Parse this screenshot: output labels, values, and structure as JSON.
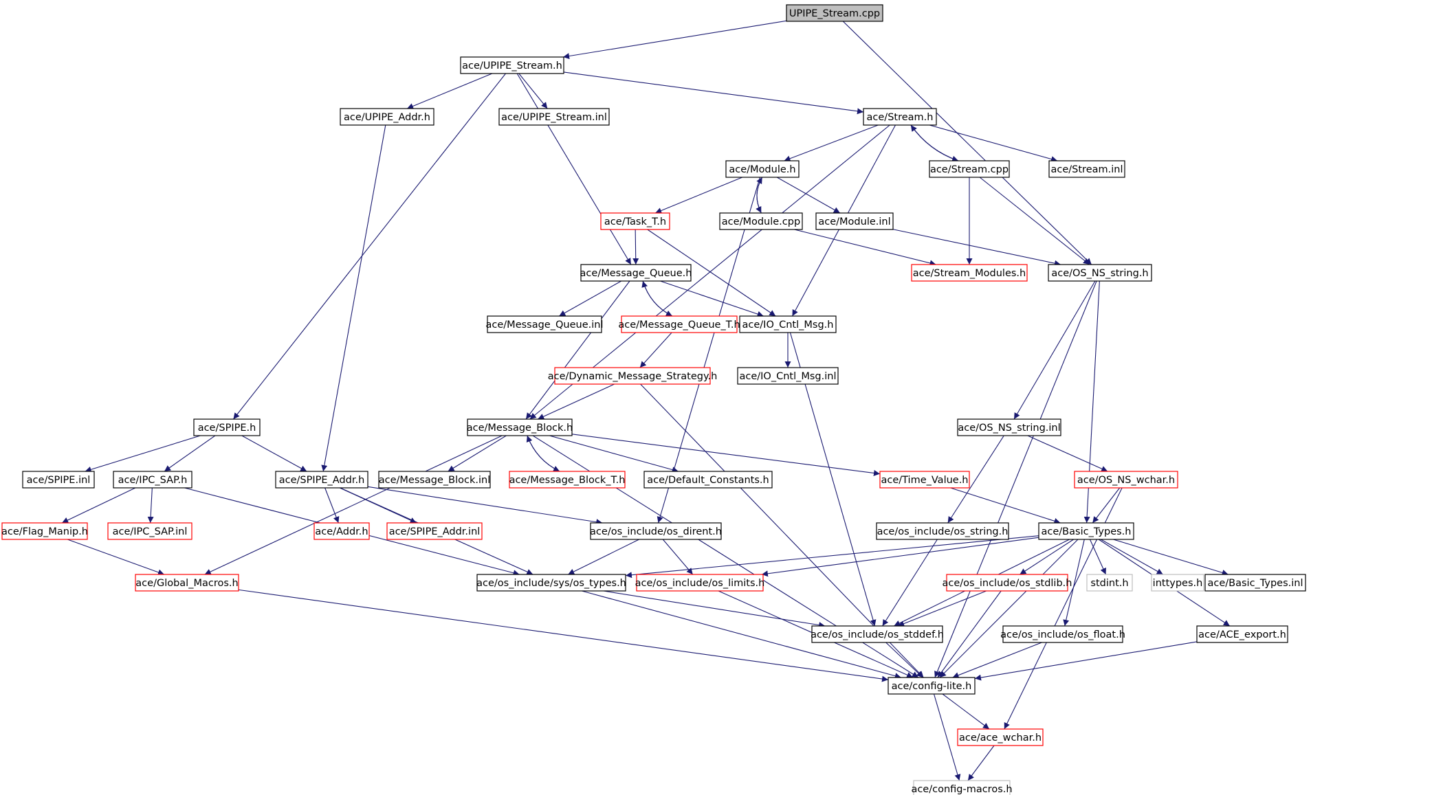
{
  "colors": {
    "edge": "#191970",
    "border_plain": "#000000",
    "border_red": "#ff0000",
    "border_gray": "#bfbfbf",
    "root_fill": "#bfbfbf",
    "node_fill": "#ffffff"
  },
  "nodes": [
    {
      "id": "root",
      "label": "UPIPE_Stream.cpp",
      "style": "root"
    },
    {
      "id": "upipe_stream_h",
      "label": "ace/UPIPE_Stream.h",
      "style": "plain"
    },
    {
      "id": "upipe_addr_h",
      "label": "ace/UPIPE_Addr.h",
      "style": "plain"
    },
    {
      "id": "upipe_stream_inl",
      "label": "ace/UPIPE_Stream.inl",
      "style": "plain"
    },
    {
      "id": "stream_h",
      "label": "ace/Stream.h",
      "style": "plain"
    },
    {
      "id": "module_h",
      "label": "ace/Module.h",
      "style": "plain"
    },
    {
      "id": "stream_cpp",
      "label": "ace/Stream.cpp",
      "style": "plain"
    },
    {
      "id": "stream_inl",
      "label": "ace/Stream.inl",
      "style": "plain"
    },
    {
      "id": "task_t_h",
      "label": "ace/Task_T.h",
      "style": "red"
    },
    {
      "id": "module_cpp",
      "label": "ace/Module.cpp",
      "style": "plain"
    },
    {
      "id": "module_inl",
      "label": "ace/Module.inl",
      "style": "plain"
    },
    {
      "id": "stream_modules_h",
      "label": "ace/Stream_Modules.h",
      "style": "red"
    },
    {
      "id": "os_ns_string_h",
      "label": "ace/OS_NS_string.h",
      "style": "plain"
    },
    {
      "id": "message_queue_h",
      "label": "ace/Message_Queue.h",
      "style": "plain"
    },
    {
      "id": "message_queue_inl",
      "label": "ace/Message_Queue.inl",
      "style": "plain"
    },
    {
      "id": "message_queue_t_h",
      "label": "ace/Message_Queue_T.h",
      "style": "red"
    },
    {
      "id": "io_cntl_msg_h",
      "label": "ace/IO_Cntl_Msg.h",
      "style": "plain"
    },
    {
      "id": "dyn_msg_strategy_h",
      "label": "ace/Dynamic_Message_Strategy.h",
      "style": "red"
    },
    {
      "id": "io_cntl_msg_inl",
      "label": "ace/IO_Cntl_Msg.inl",
      "style": "plain"
    },
    {
      "id": "spipe_h",
      "label": "ace/SPIPE.h",
      "style": "plain"
    },
    {
      "id": "message_block_h",
      "label": "ace/Message_Block.h",
      "style": "plain"
    },
    {
      "id": "os_ns_string_inl",
      "label": "ace/OS_NS_string.inl",
      "style": "plain"
    },
    {
      "id": "spipe_inl",
      "label": "ace/SPIPE.inl",
      "style": "plain"
    },
    {
      "id": "ipc_sap_h",
      "label": "ace/IPC_SAP.h",
      "style": "plain"
    },
    {
      "id": "spipe_addr_h",
      "label": "ace/SPIPE_Addr.h",
      "style": "plain"
    },
    {
      "id": "message_block_inl",
      "label": "ace/Message_Block.inl",
      "style": "plain"
    },
    {
      "id": "message_block_t_h",
      "label": "ace/Message_Block_T.h",
      "style": "red"
    },
    {
      "id": "default_constants_h",
      "label": "ace/Default_Constants.h",
      "style": "plain"
    },
    {
      "id": "time_value_h",
      "label": "ace/Time_Value.h",
      "style": "red"
    },
    {
      "id": "os_ns_wchar_h",
      "label": "ace/OS_NS_wchar.h",
      "style": "red"
    },
    {
      "id": "flag_manip_h",
      "label": "ace/Flag_Manip.h",
      "style": "red"
    },
    {
      "id": "ipc_sap_inl",
      "label": "ace/IPC_SAP.inl",
      "style": "red"
    },
    {
      "id": "addr_h",
      "label": "ace/Addr.h",
      "style": "red"
    },
    {
      "id": "spipe_addr_inl",
      "label": "ace/SPIPE_Addr.inl",
      "style": "red"
    },
    {
      "id": "os_dirent_h",
      "label": "ace/os_include/os_dirent.h",
      "style": "plain"
    },
    {
      "id": "os_string_h",
      "label": "ace/os_include/os_string.h",
      "style": "plain"
    },
    {
      "id": "basic_types_h",
      "label": "ace/Basic_Types.h",
      "style": "plain"
    },
    {
      "id": "global_macros_h",
      "label": "ace/Global_Macros.h",
      "style": "red"
    },
    {
      "id": "sys_os_types_h",
      "label": "ace/os_include/sys/os_types.h",
      "style": "plain"
    },
    {
      "id": "os_limits_h",
      "label": "ace/os_include/os_limits.h",
      "style": "red"
    },
    {
      "id": "os_stdlib_h",
      "label": "ace/os_include/os_stdlib.h",
      "style": "red"
    },
    {
      "id": "stdint_h",
      "label": "stdint.h",
      "style": "gray"
    },
    {
      "id": "inttypes_h",
      "label": "inttypes.h",
      "style": "gray"
    },
    {
      "id": "basic_types_inl",
      "label": "ace/Basic_Types.inl",
      "style": "plain"
    },
    {
      "id": "os_stddef_h",
      "label": "ace/os_include/os_stddef.h",
      "style": "plain"
    },
    {
      "id": "os_float_h",
      "label": "ace/os_include/os_float.h",
      "style": "plain"
    },
    {
      "id": "ace_export_h",
      "label": "ace/ACE_export.h",
      "style": "plain"
    },
    {
      "id": "config_lite_h",
      "label": "ace/config-lite.h",
      "style": "plain"
    },
    {
      "id": "ace_wchar_h",
      "label": "ace/ace_wchar.h",
      "style": "red"
    },
    {
      "id": "config_macros_h",
      "label": "ace/config-macros.h",
      "style": "gray"
    }
  ],
  "edges": [
    [
      "root",
      "upipe_stream_h"
    ],
    [
      "root",
      "os_ns_string_h"
    ],
    [
      "upipe_stream_h",
      "upipe_addr_h"
    ],
    [
      "upipe_stream_h",
      "upipe_stream_inl"
    ],
    [
      "upipe_stream_h",
      "stream_h"
    ],
    [
      "upipe_stream_h",
      "spipe_h"
    ],
    [
      "upipe_stream_h",
      "message_queue_h"
    ],
    [
      "upipe_addr_h",
      "spipe_addr_h"
    ],
    [
      "stream_h",
      "module_h"
    ],
    [
      "stream_h",
      "stream_cpp"
    ],
    [
      "stream_h",
      "stream_inl"
    ],
    [
      "stream_h",
      "message_block_h"
    ],
    [
      "stream_h",
      "io_cntl_msg_h"
    ],
    [
      "stream_cpp",
      "stream_h"
    ],
    [
      "stream_cpp",
      "stream_modules_h"
    ],
    [
      "stream_cpp",
      "os_ns_string_h"
    ],
    [
      "module_h",
      "task_t_h"
    ],
    [
      "module_h",
      "module_cpp"
    ],
    [
      "module_h",
      "module_inl"
    ],
    [
      "module_h",
      "os_dirent_h"
    ],
    [
      "module_cpp",
      "module_h"
    ],
    [
      "module_cpp",
      "stream_modules_h"
    ],
    [
      "module_inl",
      "os_ns_string_h"
    ],
    [
      "task_t_h",
      "message_queue_h"
    ],
    [
      "task_t_h",
      "io_cntl_msg_h"
    ],
    [
      "message_queue_h",
      "message_queue_inl"
    ],
    [
      "message_queue_h",
      "message_queue_t_h"
    ],
    [
      "message_queue_h",
      "io_cntl_msg_h"
    ],
    [
      "message_queue_h",
      "message_block_h"
    ],
    [
      "message_queue_t_h",
      "message_queue_h"
    ],
    [
      "message_queue_t_h",
      "dyn_msg_strategy_h"
    ],
    [
      "dyn_msg_strategy_h",
      "message_block_h"
    ],
    [
      "dyn_msg_strategy_h",
      "config_lite_h"
    ],
    [
      "io_cntl_msg_h",
      "io_cntl_msg_inl"
    ],
    [
      "io_cntl_msg_h",
      "os_stddef_h"
    ],
    [
      "os_ns_string_h",
      "os_ns_string_inl"
    ],
    [
      "os_ns_string_h",
      "basic_types_h"
    ],
    [
      "os_ns_string_h",
      "config_lite_h"
    ],
    [
      "os_ns_string_inl",
      "os_ns_wchar_h"
    ],
    [
      "os_ns_string_inl",
      "os_string_h"
    ],
    [
      "os_ns_wchar_h",
      "basic_types_h"
    ],
    [
      "os_ns_wchar_h",
      "ace_wchar_h"
    ],
    [
      "spipe_h",
      "spipe_inl"
    ],
    [
      "spipe_h",
      "ipc_sap_h"
    ],
    [
      "spipe_h",
      "spipe_addr_h"
    ],
    [
      "ipc_sap_h",
      "flag_manip_h"
    ],
    [
      "ipc_sap_h",
      "ipc_sap_inl"
    ],
    [
      "ipc_sap_h",
      "sys_os_types_h"
    ],
    [
      "flag_manip_h",
      "global_macros_h"
    ],
    [
      "spipe_addr_h",
      "addr_h"
    ],
    [
      "spipe_addr_h",
      "spipe_addr_inl"
    ],
    [
      "spipe_addr_h",
      "os_dirent_h"
    ],
    [
      "spipe_addr_h",
      "sys_os_types_h"
    ],
    [
      "message_block_h",
      "message_block_inl"
    ],
    [
      "message_block_h",
      "message_block_t_h"
    ],
    [
      "message_block_h",
      "default_constants_h"
    ],
    [
      "message_block_h",
      "time_value_h"
    ],
    [
      "message_block_h",
      "global_macros_h"
    ],
    [
      "message_block_h",
      "config_lite_h"
    ],
    [
      "message_block_t_h",
      "message_block_h"
    ],
    [
      "time_value_h",
      "basic_types_h"
    ],
    [
      "os_dirent_h",
      "sys_os_types_h"
    ],
    [
      "os_dirent_h",
      "os_limits_h"
    ],
    [
      "os_string_h",
      "os_stddef_h"
    ],
    [
      "basic_types_h",
      "sys_os_types_h"
    ],
    [
      "basic_types_h",
      "os_limits_h"
    ],
    [
      "basic_types_h",
      "os_stdlib_h"
    ],
    [
      "basic_types_h",
      "stdint_h"
    ],
    [
      "basic_types_h",
      "inttypes_h"
    ],
    [
      "basic_types_h",
      "basic_types_inl"
    ],
    [
      "basic_types_h",
      "os_stddef_h"
    ],
    [
      "basic_types_h",
      "os_float_h"
    ],
    [
      "basic_types_h",
      "ace_export_h"
    ],
    [
      "basic_types_h",
      "config_lite_h"
    ],
    [
      "global_macros_h",
      "config_lite_h"
    ],
    [
      "sys_os_types_h",
      "os_stddef_h"
    ],
    [
      "sys_os_types_h",
      "config_lite_h"
    ],
    [
      "os_limits_h",
      "config_lite_h"
    ],
    [
      "os_stdlib_h",
      "os_stddef_h"
    ],
    [
      "os_stdlib_h",
      "config_lite_h"
    ],
    [
      "os_stddef_h",
      "config_lite_h"
    ],
    [
      "os_float_h",
      "config_lite_h"
    ],
    [
      "ace_export_h",
      "config_lite_h"
    ],
    [
      "config_lite_h",
      "ace_wchar_h"
    ],
    [
      "config_lite_h",
      "config_macros_h"
    ],
    [
      "ace_wchar_h",
      "config_macros_h"
    ]
  ]
}
